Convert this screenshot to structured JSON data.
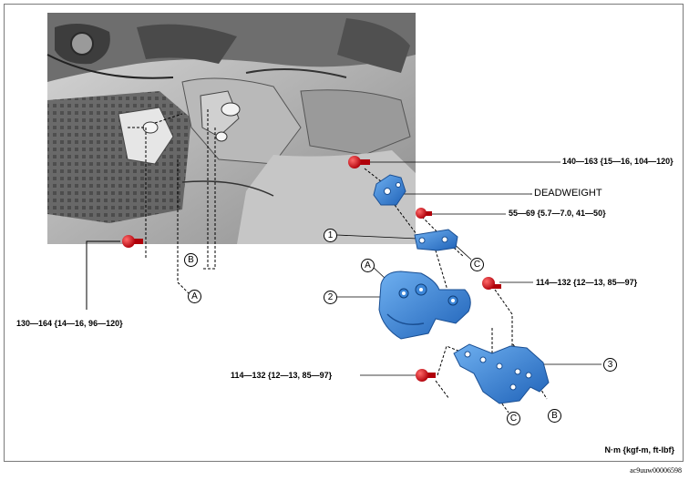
{
  "torques": {
    "t1": "140—163 {15—16, 104—120}",
    "t2": "55—69 {5.7—7.0, 41—50}",
    "t3": "114—132 {12—13, 85—97}",
    "t4": "114—132 {12—13, 85—97}",
    "t5": "130—164 {14—16, 96—120}"
  },
  "deadweight_label": "DEADWEIGHT",
  "callouts": {
    "n1": "1",
    "n2": "2",
    "n3": "3",
    "a1": "A",
    "a2": "A",
    "b1": "B",
    "b2": "B",
    "c1": "C",
    "c2": "C"
  },
  "units_label": "N·m {kgf-m, ft-lbf}",
  "image_code": "ac9uuw00006598",
  "colors": {
    "part_blue": "#2e7fd6",
    "bolt_red": "#e0141e"
  }
}
